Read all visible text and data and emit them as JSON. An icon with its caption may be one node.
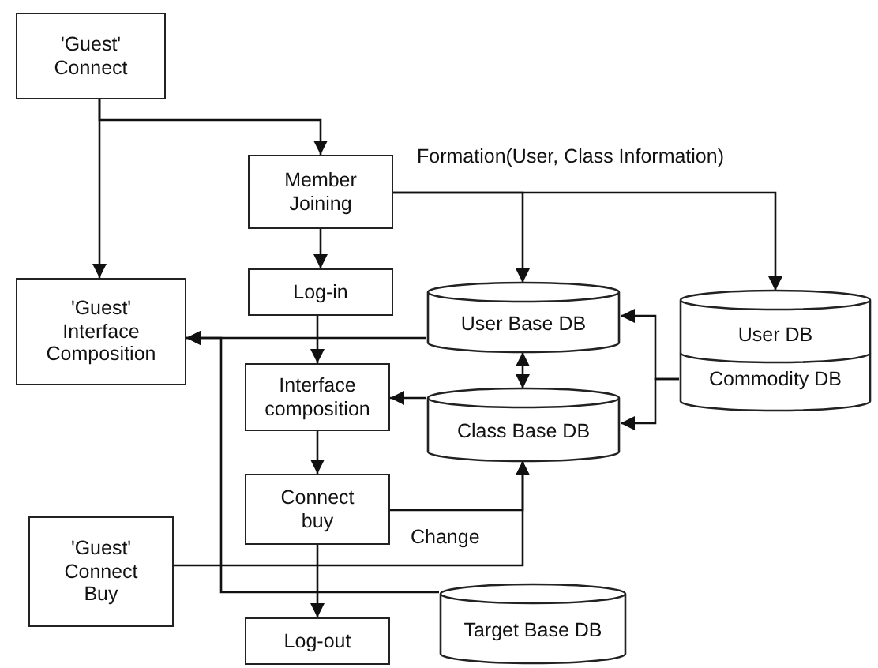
{
  "diagram": {
    "nodes": [
      {
        "text": [
          "'Guest' Connect"
        ]
      },
      {
        "text": [
          "Member Joining"
        ]
      },
      {
        "text": [
          "Log-in"
        ]
      },
      {
        "text": [
          "User Base DB"
        ]
      },
      {
        "text": [
          "User DB",
          "Commodity DB"
        ]
      },
      {
        "text": [
          "'Guest' Interface Composition"
        ]
      },
      {
        "text": [
          "Interface composition"
        ]
      },
      {
        "text": [
          "Class Base DB"
        ]
      },
      {
        "text": [
          "Connect buy"
        ]
      },
      {
        "text": [
          "'Guest' Connect Buy"
        ]
      },
      {
        "text": [
          "Log-out"
        ]
      },
      {
        "text": [
          "Target Base DB"
        ]
      }
    ],
    "edges": [
      {
        "from": 0,
        "to": 5,
        "arrow": "to"
      },
      {
        "from": 0,
        "to": 1,
        "arrow": "to"
      },
      {
        "from": 1,
        "to": 2,
        "arrow": "to"
      },
      {
        "from": 1,
        "to": 3,
        "arrow": "to"
      },
      {
        "from": 1,
        "to": 4,
        "arrow": "to",
        "label": "Formation(User, Class Information)"
      },
      {
        "from": 2,
        "to": 6,
        "arrow": "to"
      },
      {
        "from": 3,
        "to": 5,
        "arrow": "to"
      },
      {
        "from": 3,
        "to": 7,
        "arrow": "both"
      },
      {
        "from": 4,
        "to": 3,
        "arrow": "to"
      },
      {
        "from": 4,
        "to": 7,
        "arrow": "to"
      },
      {
        "from": 7,
        "to": 6,
        "arrow": "to"
      },
      {
        "from": 6,
        "to": 8,
        "arrow": "to"
      },
      {
        "from": 8,
        "to": 10,
        "arrow": "to"
      },
      {
        "from": 8,
        "to": 7,
        "arrow": "to"
      },
      {
        "from": 9,
        "to": 7,
        "arrow": "to",
        "label": "Change"
      },
      {
        "from": 11,
        "to": 5,
        "arrow": "to"
      }
    ]
  }
}
